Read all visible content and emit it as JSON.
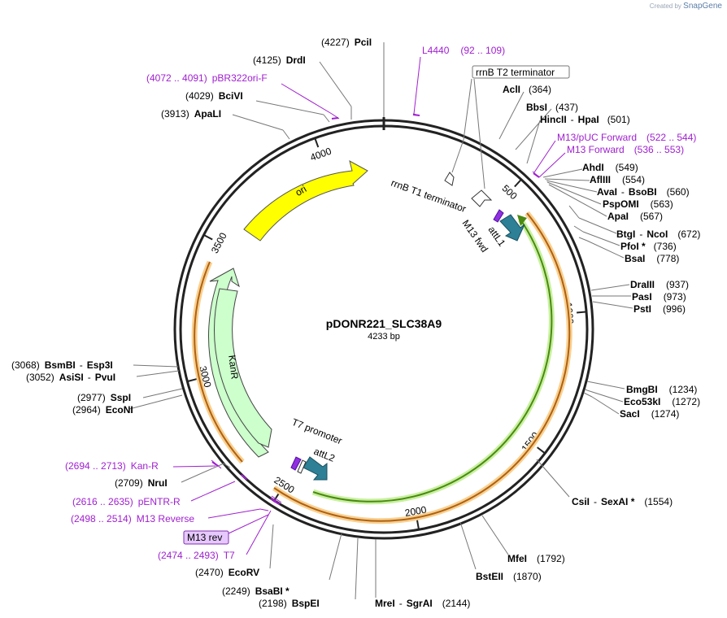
{
  "brand": {
    "prefix": "Created by",
    "name": "SnapGene"
  },
  "plasmid": {
    "name": "pDONR221_SLC38A9",
    "length_label": "4233 bp"
  },
  "ticks": [
    "500",
    "1000",
    "1500",
    "2000",
    "2500",
    "3000",
    "3500",
    "4000"
  ],
  "sites": [
    {
      "name": "PciI",
      "pos": "(4227)"
    },
    {
      "name": "DrdI",
      "pos": "(4125)"
    },
    {
      "name": "BciVI",
      "pos": "(4029)"
    },
    {
      "name": "ApaLI",
      "pos": "(3913)"
    },
    {
      "name": "AclI",
      "pos": "(364)"
    },
    {
      "name": "BbsI",
      "pos": "(437)"
    },
    {
      "name": "HincII",
      "name2": "HpaI",
      "pos": "(501)"
    },
    {
      "name": "AhdI",
      "pos": "(549)"
    },
    {
      "name": "AflIII",
      "pos": "(554)"
    },
    {
      "name": "AvaI",
      "name2": "BsoBI",
      "pos": "(560)"
    },
    {
      "name": "PspOMI",
      "pos": "(563)"
    },
    {
      "name": "ApaI",
      "pos": "(567)"
    },
    {
      "name": "BtgI",
      "name2": "NcoI",
      "pos": "(672)"
    },
    {
      "name": "PfoI *",
      "pos": "(736)"
    },
    {
      "name": "BsaI",
      "pos": "(778)"
    },
    {
      "name": "DraIII",
      "pos": "(937)"
    },
    {
      "name": "PasI",
      "pos": "(973)"
    },
    {
      "name": "PstI",
      "pos": "(996)"
    },
    {
      "name": "BmgBI",
      "pos": "(1234)"
    },
    {
      "name": "Eco53kI",
      "pos": "(1272)"
    },
    {
      "name": "SacI",
      "pos": "(1274)"
    },
    {
      "name": "CsiI",
      "name2": "SexAI *",
      "pos": "(1554)"
    },
    {
      "name": "MfeI",
      "pos": "(1792)"
    },
    {
      "name": "BstEII",
      "pos": "(1870)"
    },
    {
      "name": "MreI",
      "name2": "SgrAI",
      "pos": "(2144)"
    },
    {
      "name": "BspEI",
      "pos": "(2198)"
    },
    {
      "name": "BsaBI *",
      "pos": "(2249)"
    },
    {
      "name": "EcoRV",
      "pos": "(2470)"
    },
    {
      "name": "NruI",
      "pos": "(2709)"
    },
    {
      "name": "EcoNI",
      "pos": "(2964)"
    },
    {
      "name": "SspI",
      "pos": "(2977)"
    },
    {
      "name": "AsiSI",
      "name2": "PvuI",
      "pos": "(3052)"
    },
    {
      "name": "BsmBI",
      "name2": "Esp3I",
      "pos": "(3068)"
    }
  ],
  "primers": [
    {
      "name": "L4440",
      "range": "(92 .. 109)"
    },
    {
      "name": "pBR322ori-F",
      "range": "(4072 .. 4091)"
    },
    {
      "name": "M13/pUC Forward",
      "range": "(522 .. 544)"
    },
    {
      "name": "M13 Forward",
      "range": "(536 .. 553)"
    },
    {
      "name": "Kan-R",
      "range": "(2694 .. 2713)"
    },
    {
      "name": "pENTR-R",
      "range": "(2616 .. 2635)"
    },
    {
      "name": "M13 Reverse",
      "range": "(2498 .. 2514)"
    },
    {
      "name": "T7",
      "range": "(2474 .. 2493)"
    },
    {
      "name": "M13 rev"
    }
  ],
  "features": {
    "ori": "ori",
    "kanr": "KanR",
    "rrnb_t2": "rrnB T2 terminator",
    "rrnb_t1": "rrnB T1 terminator",
    "m13fwd": "M13 fwd",
    "attl1": "attL1",
    "t7prom": "T7 promoter",
    "attl2": "attL2"
  },
  "colors": {
    "backbone": "#222222",
    "ori": "#ffff00",
    "kanr": "#ccffcc",
    "insert_green": "#5a9e1a",
    "insert_orange": "#e8a040",
    "att": "#2d8095",
    "primer": "#a020d0"
  }
}
